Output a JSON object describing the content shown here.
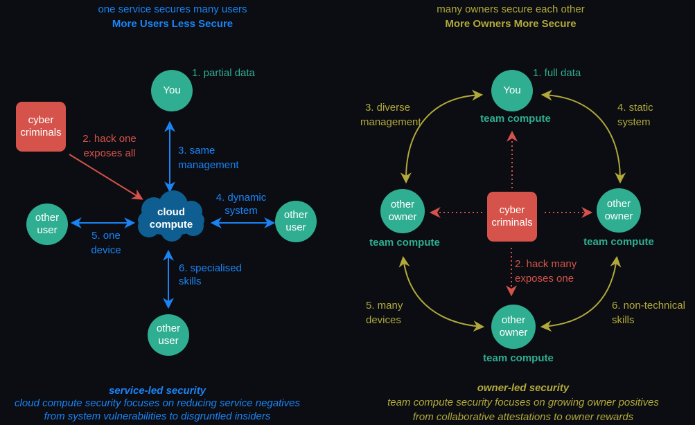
{
  "colors": {
    "background": "#0b0d12",
    "service_blue": "#1a84f5",
    "owner_olive": "#b2a93a",
    "node_teal": "#2fae91",
    "criminal_red": "#d5534a",
    "cloud_blue": "#0e5e91"
  },
  "left": {
    "subtitle": "one service secures many users",
    "title": "More Users Less Secure",
    "you_node": "You",
    "you_label": "1. partial data",
    "criminals": "cyber\ncriminals",
    "hack_label": "2. hack one\nexposes all",
    "mgmt_label": "3. same\nmanagement",
    "system_label": "4. dynamic\nsystem",
    "device_label": "5. one\ndevice",
    "skills_label": "6. specialised\nskills",
    "cloud": "cloud\ncompute",
    "other_user": "other\nuser",
    "footer_title": "service-led security",
    "footer_line1": "cloud compute security focuses on reducing service negatives",
    "footer_line2": "from system vulnerabilities to disgruntled insiders"
  },
  "right": {
    "subtitle": "many owners secure each other",
    "title": "More Owners More Secure",
    "you_node": "You",
    "you_label": "1. full data",
    "criminals": "cyber\ncriminals",
    "hack_label": "2. hack many\nexposes one",
    "mgmt_label": "3. diverse\nmanagement",
    "system_label": "4. static\nsystem",
    "device_label": "5. many\ndevices",
    "skills_label": "6. non-technical\nskills",
    "other_owner": "other\nowner",
    "team_compute": "team compute",
    "footer_title": "owner-led security",
    "footer_line1": "team compute security focuses on growing owner positives",
    "footer_line2": "from collaborative attestations to owner rewards"
  }
}
